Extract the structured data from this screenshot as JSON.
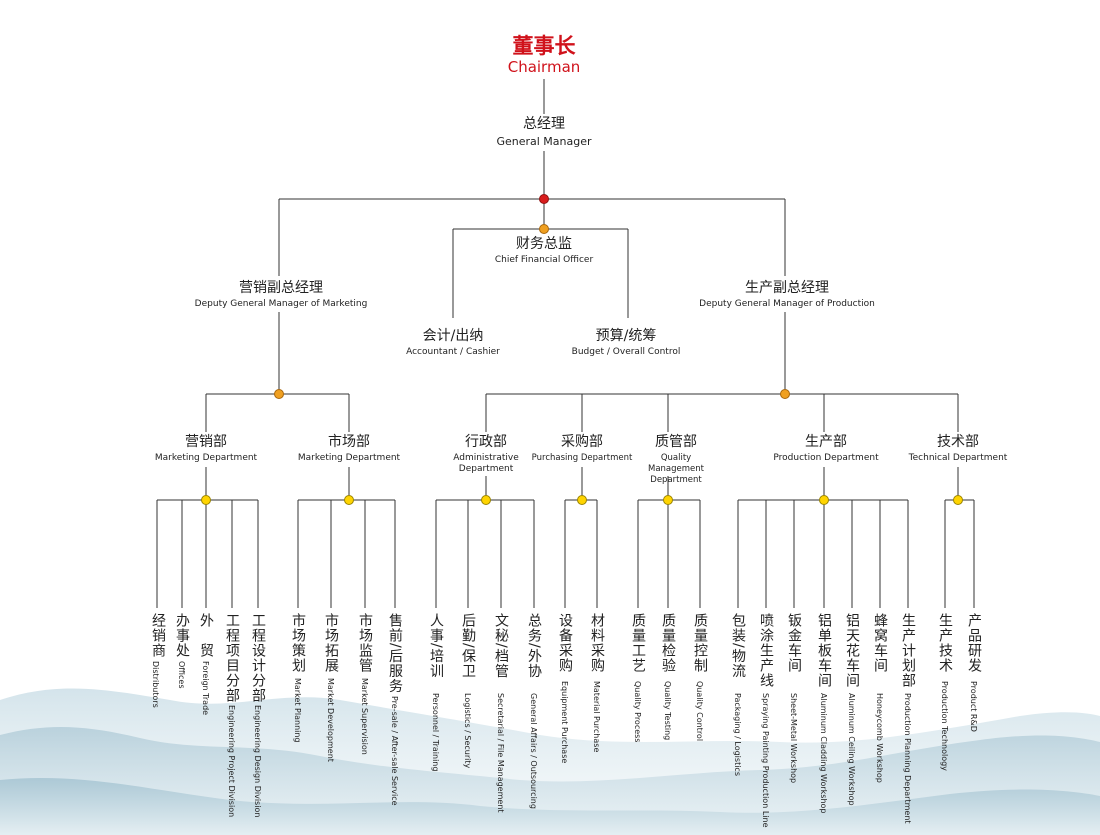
{
  "chairman": {
    "cn": "董事长",
    "en": "Chairman"
  },
  "gm": {
    "cn": "总经理",
    "en": "General Manager"
  },
  "cfo": {
    "cn": "财务总监",
    "en": "Chief Financial Officer"
  },
  "accountant": {
    "cn": "会计/出纳",
    "en": "Accountant / Cashier"
  },
  "budget": {
    "cn": "预算/统筹",
    "en": "Budget / Overall Control"
  },
  "dgm_marketing": {
    "cn": "营销副总经理",
    "en": "Deputy General Manager of Marketing"
  },
  "dgm_production": {
    "cn": "生产副总经理",
    "en": "Deputy General Manager of Production"
  },
  "departments": [
    {
      "cn": "营销部",
      "en": "Marketing Department",
      "subs": [
        {
          "cn": "经销商",
          "en": "Distributors"
        },
        {
          "cn": "办事处",
          "en": "Offices"
        },
        {
          "cn": "外　贸",
          "en": "Foreign Trade"
        },
        {
          "cn": "工程项目分部",
          "en": "Engineering Project Division"
        },
        {
          "cn": "工程设计分部",
          "en": "Engineering Design Division"
        }
      ]
    },
    {
      "cn": "市场部",
      "en": "Marketing Department",
      "subs": [
        {
          "cn": "市场策划",
          "en": "Market Planning"
        },
        {
          "cn": "市场拓展",
          "en": "Market Development"
        },
        {
          "cn": "市场监管",
          "en": "Market Supervision"
        },
        {
          "cn": "售前/后服务",
          "en": "Pre-sale / After-sale Service"
        }
      ]
    },
    {
      "cn": "行政部",
      "en": "Administrative Department",
      "subs": [
        {
          "cn": "人事/培训",
          "en": "Personnel / Training"
        },
        {
          "cn": "后勤/保卫",
          "en": "Logistics / Security"
        },
        {
          "cn": "文秘/档管",
          "en": "Secretarial / File Management"
        },
        {
          "cn": "总务/外协",
          "en": "General Affairs / Outsourcing"
        }
      ]
    },
    {
      "cn": "采购部",
      "en": "Purchasing Department",
      "subs": [
        {
          "cn": "设备采购",
          "en": "Equipment Purchase"
        },
        {
          "cn": "材料采购",
          "en": "Material Purchase"
        }
      ]
    },
    {
      "cn": "质管部",
      "en": "Quality Management Department",
      "subs": [
        {
          "cn": "质量工艺",
          "en": "Quality Process"
        },
        {
          "cn": "质量检验",
          "en": "Quality Testing"
        },
        {
          "cn": "质量控制",
          "en": "Quality Control"
        }
      ]
    },
    {
      "cn": "生产部",
      "en": "Production Department",
      "subs": [
        {
          "cn": "包装/物流",
          "en": "Packaging / Logistics"
        },
        {
          "cn": "喷涂生产线",
          "en": "Spraying Painting Production Line"
        },
        {
          "cn": "钣金车间",
          "en": "Sheet-Metal Workshop"
        },
        {
          "cn": "铝单板车间",
          "en": "Aluminum Cladding Workshop"
        },
        {
          "cn": "铝天花车间",
          "en": "Aluminum Ceiling Workshop"
        },
        {
          "cn": "蜂窝车间",
          "en": "Honeycomb Workshop"
        },
        {
          "cn": "生产计划部",
          "en": "Production Planning Department"
        }
      ]
    },
    {
      "cn": "技术部",
      "en": "Technical Department",
      "subs": [
        {
          "cn": "生产技术",
          "en": "Production Technology"
        },
        {
          "cn": "产品研发",
          "en": "Product R&D"
        }
      ]
    }
  ]
}
